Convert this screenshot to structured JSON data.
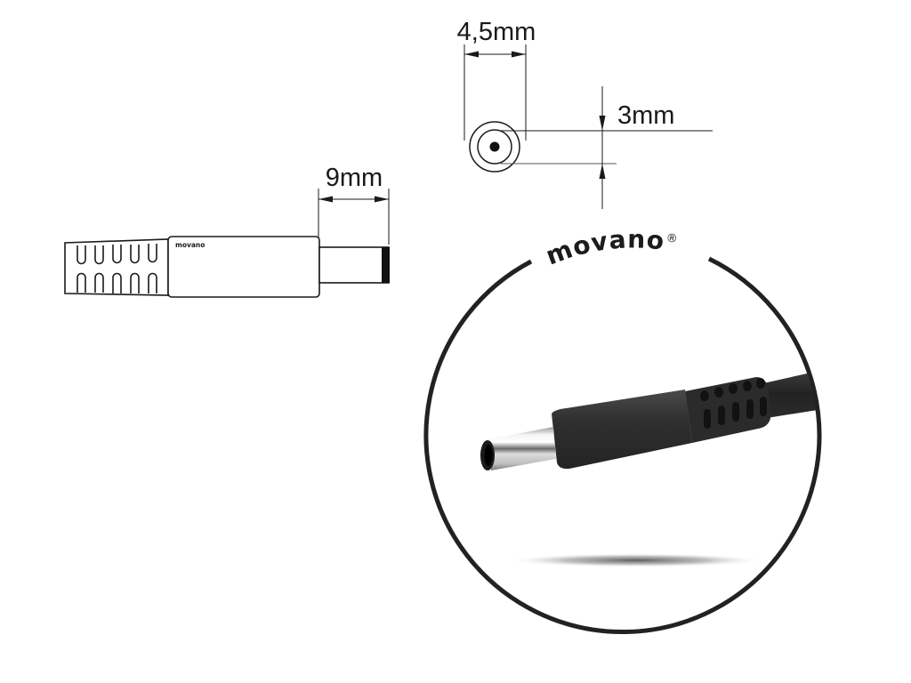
{
  "brand": {
    "name": "movano",
    "registered_mark": "®",
    "small_logo_text": "movano"
  },
  "dimensions": {
    "outer_diameter": {
      "label": "4,5mm",
      "value_mm": 4.5
    },
    "inner_diameter": {
      "label": "3mm",
      "value_mm": 3
    },
    "pin_length": {
      "label": "9mm",
      "value_mm": 9
    }
  },
  "figures": {
    "side_view": {
      "description": "DC plug side view technical drawing"
    },
    "front_view": {
      "description": "DC plug front view with concentric circles and center pin"
    },
    "photo": {
      "description": "Black DC power plug with silver metal tip, framed in circle with shadow"
    }
  },
  "colors": {
    "line": "#1a1a1a",
    "plug_body": "#2e2e2e",
    "metal_tip": "#c8c8c8",
    "background": "#ffffff"
  }
}
